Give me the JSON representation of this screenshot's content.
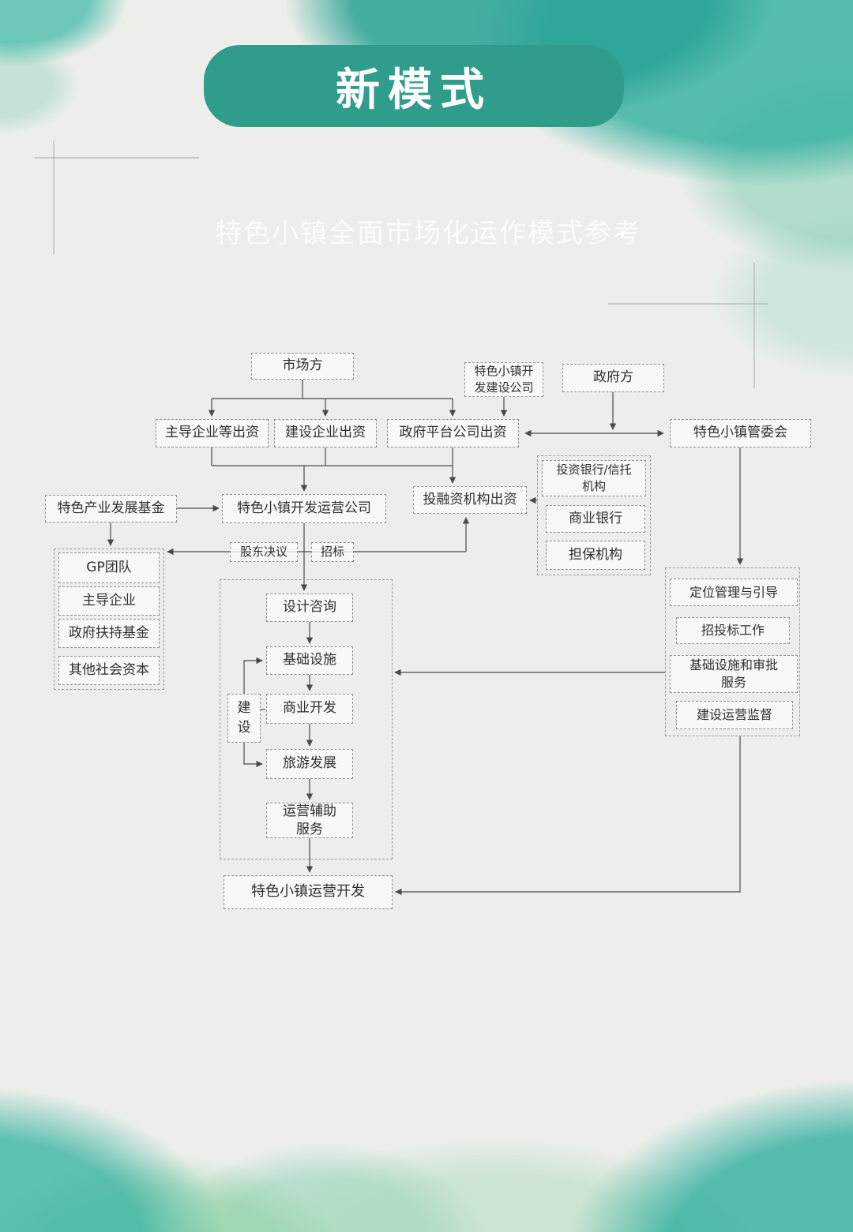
{
  "banner": {
    "title": "新模式"
  },
  "subtitle": "特色小镇全面市场化运作模式参考",
  "colors": {
    "banner_bg": "#2f9c8c",
    "banner_text": "#ffffff",
    "box_border": "#8f8f8f",
    "connector_line": "#4a4a4a",
    "watercolor_teal": "#34b2a0",
    "page_bg": "#edeeea"
  },
  "nodes": {
    "market": "市场方",
    "dev_construction_co": "特色小镇开发建设公司",
    "government": "政府方",
    "lead_enterprise_invest": "主导企业等出资",
    "construction_enterprise_invest": "建设企业出资",
    "gov_platform_invest": "政府平台公司出资",
    "town_committee": "特色小镇管委会",
    "investment_bank": "投资银行/信托机构",
    "industry_fund": "特色产业发展基金",
    "dev_operation_co": "特色小镇开发运营公司",
    "financing_invest": "投融资机构出资",
    "commercial_bank": "商业银行",
    "guarantee_org": "担保机构",
    "shareholder_resolution": "股东决议",
    "tender": "招标",
    "gp_team": "GP团队",
    "lead_enterprise": "主导企业",
    "gov_support_fund": "政府扶持基金",
    "other_social_capital": "其他社会资本",
    "positioning_mgmt": "定位管理与引导",
    "bidding_work": "招投标工作",
    "infra_approval": "基础设施和审批服务",
    "construction_supervision": "建设运营监督",
    "design_consulting": "设计咨询",
    "infrastructure": "基础设施",
    "construction": "建设",
    "commercial_dev": "商业开发",
    "tourism_dev": "旅游发展",
    "operation_support": "运营辅助服务",
    "town_operation_dev": "特色小镇运营开发"
  }
}
